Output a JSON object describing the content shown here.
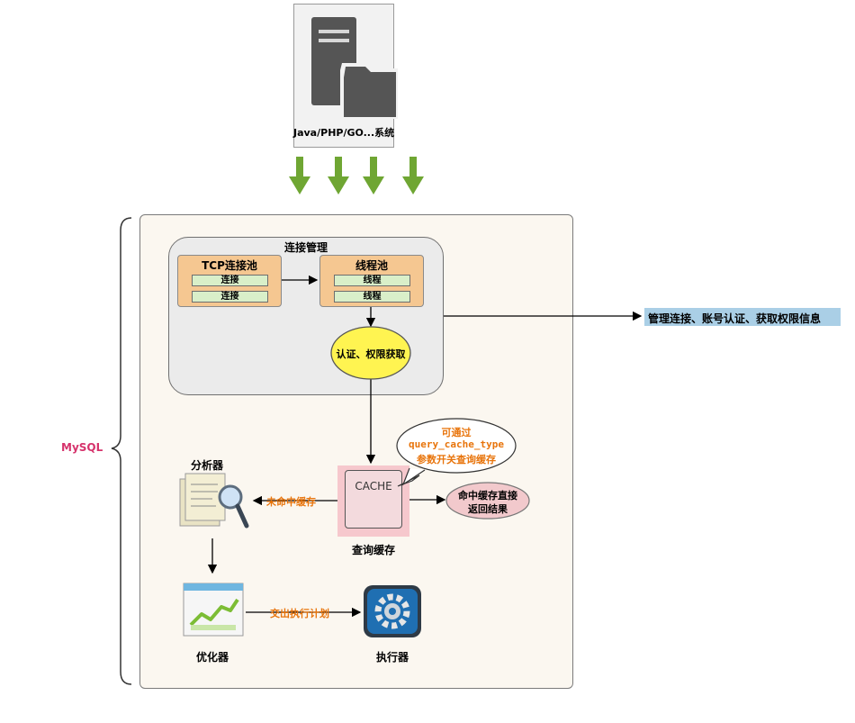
{
  "client": {
    "label": "Java/PHP/GO...系统",
    "icon": "server-icon"
  },
  "mysql": {
    "label": "MySQL",
    "label_color": "#d6336c"
  },
  "connection_management": {
    "title": "连接管理",
    "tcp_pool": {
      "title": "TCP连接池",
      "items": [
        "连接",
        "连接"
      ]
    },
    "thread_pool": {
      "title": "线程池",
      "items": [
        "线程",
        "线程"
      ]
    },
    "auth": "认证、权限获取"
  },
  "side_note": "管理连接、账号认证、获取权限信息",
  "query_cache": {
    "box_label": "CACHE",
    "caption": "查询缓存",
    "callout_lines": [
      "可通过",
      "query_cache_type",
      "参数开关查询缓存"
    ],
    "hit": [
      "命中缓存直接",
      "返回结果"
    ],
    "miss": "未命中缓存"
  },
  "analyzer": {
    "label": "分析器",
    "icon": "document-magnifier-icon"
  },
  "optimizer": {
    "label": "优化器",
    "icon": "chart-growth-icon"
  },
  "executor": {
    "label": "执行器",
    "icon": "gear-icon",
    "edge_label": "交出执行计划"
  },
  "colors": {
    "arrow_green": "#6fa633",
    "pool_orange": "#f5c791",
    "slot_green": "#d9efc9",
    "auth_yellow": "#fff451",
    "cache_pink": "#f6c8cd",
    "hit_pink": "#f2c9cc",
    "note_blue": "#aacfe6",
    "label_orange": "#e8740b"
  }
}
